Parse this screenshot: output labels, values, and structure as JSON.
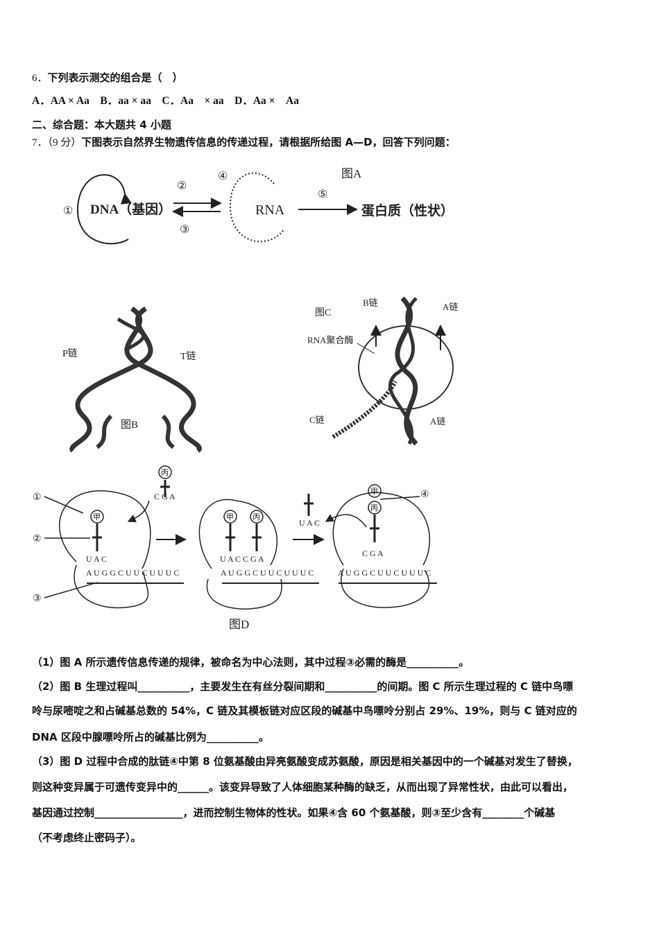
{
  "q6": {
    "number": "6．",
    "stem": "下列表示测交的组合是（　）",
    "options": "A．AA × Aa　B．aa × aa　C．Aa　× aa　D．Aa ×　Aa"
  },
  "section2": {
    "title": "二、综合题：本大题共 4 小题"
  },
  "q7": {
    "number": "7．",
    "score": "（9 分）",
    "stem": "下图表示自然界生物遗传信息的传递过程，请根据所给图 A—D，回答下列问题：",
    "figA": {
      "title": "图A",
      "dna": "DNA（基因）",
      "rna": "RNA",
      "protein": "蛋白质（性状）",
      "c1": "①",
      "c2": "②",
      "c3": "③",
      "c4": "④",
      "c5": "⑤"
    },
    "figB": {
      "title": "图B",
      "p_chain": "P链",
      "t_chain": "T链"
    },
    "figC": {
      "title": "图C",
      "b_chain": "B链",
      "a_chain_top": "A链",
      "rna_polymerase": "RNA聚合酶",
      "c_chain": "C链",
      "a_chain_bottom": "A链"
    },
    "figD": {
      "title": "图D",
      "c1": "①",
      "c2": "②",
      "c3": "③",
      "c4": "④",
      "jia": "甲",
      "bing": "丙",
      "cga": "C G A",
      "uac": "U A C",
      "uaccga": "U A C C G A",
      "mrna": "A U G G C U U C U U U C"
    },
    "parts": [
      "（1）图 A 所示遗传信息传递的规律，被命名为中心法则，其中过程③必需的酶是__________。",
      "（2）图 B 生理过程叫__________，主要发生在有丝分裂间期和__________的间期。图 C 所示生理过程的 C 链中鸟嘌",
      "呤与尿嘧啶之和占碱基总数的 54%，C 链及其模板链对应区段的碱基中鸟嘌呤分别占 29%、19%，则与 C 链对应的",
      "DNA 区段中腺嘌呤所占的碱基比例为__________。",
      "（3）图 D 过程中合成的肽链④中第 8 位氨基酸由异亮氨酸变成苏氨酸，原因是相关基因中的一个碱基对发生了替换，",
      "则这种变异属于可遗传变异中的______。该变异导致了人体细胞某种酶的缺乏，从而出现了异常性状，由此可以看出，",
      "基因通过控制_________________，进而控制生物体的性状。如果④含 60 个氨基酸，则③至少含有________个碱基",
      "（不考虑终止密码子）。"
    ]
  }
}
